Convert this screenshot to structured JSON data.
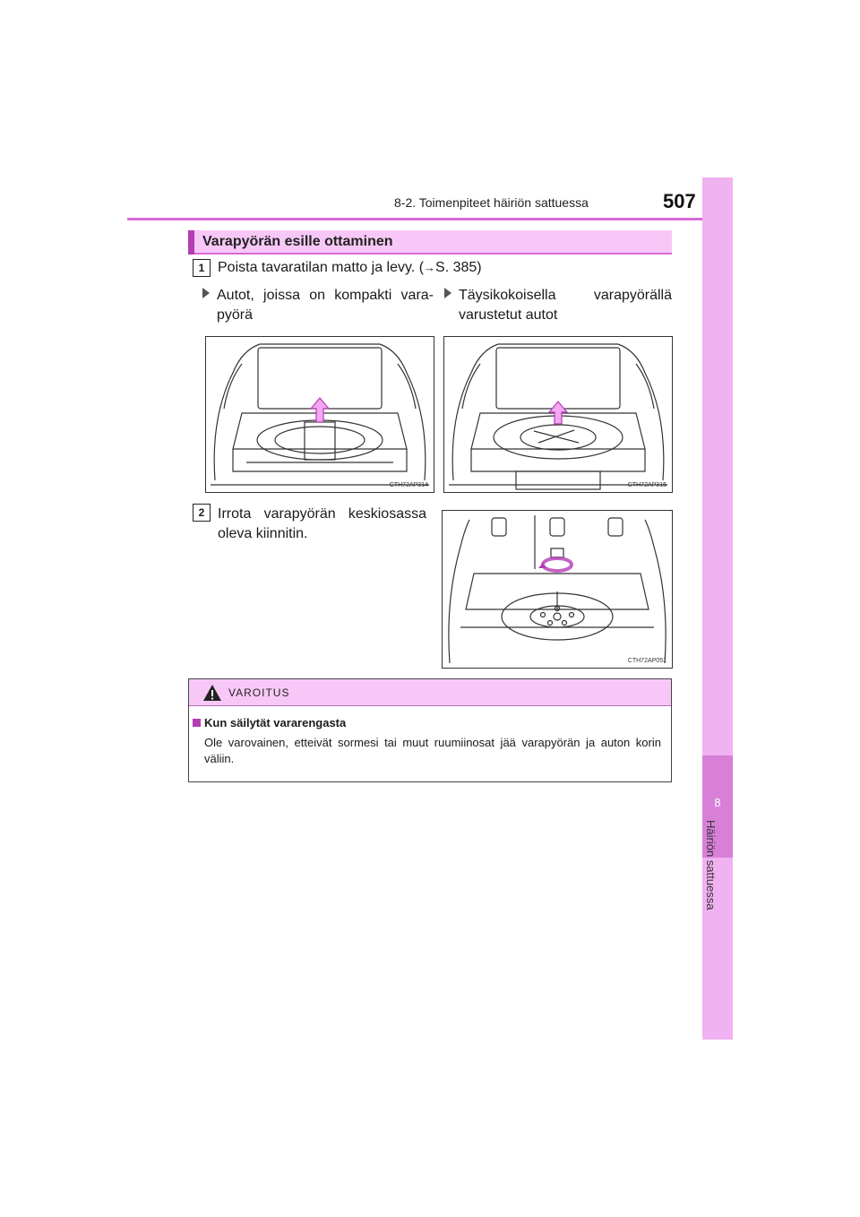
{
  "header": {
    "section": "8-2. Toimenpiteet häiriön sattuessa",
    "page_number": "507"
  },
  "side_tab": {
    "chapter": "8",
    "label": "Häiriön sattuessa"
  },
  "heading": "Varapyörän esille ottaminen",
  "step1": {
    "badge": "1",
    "text": "Poista tavaratilan matto ja levy. (",
    "arrow": "→",
    "ref": "S. 385)"
  },
  "bullets": {
    "left_line1": "Autot, joissa on kompakti vara-",
    "left_line2": "pyörä",
    "right_line1": "Täysikokoisella varapyörällä",
    "right_line2": "varustetut autot"
  },
  "figures": {
    "fig1_code": "CTH72AP314",
    "fig2_code": "CTH72AP315",
    "fig3_code": "CTH72AP051"
  },
  "step2": {
    "badge": "2",
    "line1": "Irrota varapyörän keskiosassa",
    "line2": "oleva kiinnitin."
  },
  "warning": {
    "title": "VAROITUS",
    "subtitle": "Kun säilytät vararengasta",
    "body": "Ole varovainen, etteivät sormesi tai muut ruumiinosat jää varapyörän ja auton korin väliin."
  },
  "colors": {
    "accent": "#d86ad8",
    "heading_bg": "#f7c8f7",
    "side_tab": "#f0b2f0",
    "side_tab_chapter": "#d880d8",
    "arrow_fill": "#f4a6f4"
  }
}
